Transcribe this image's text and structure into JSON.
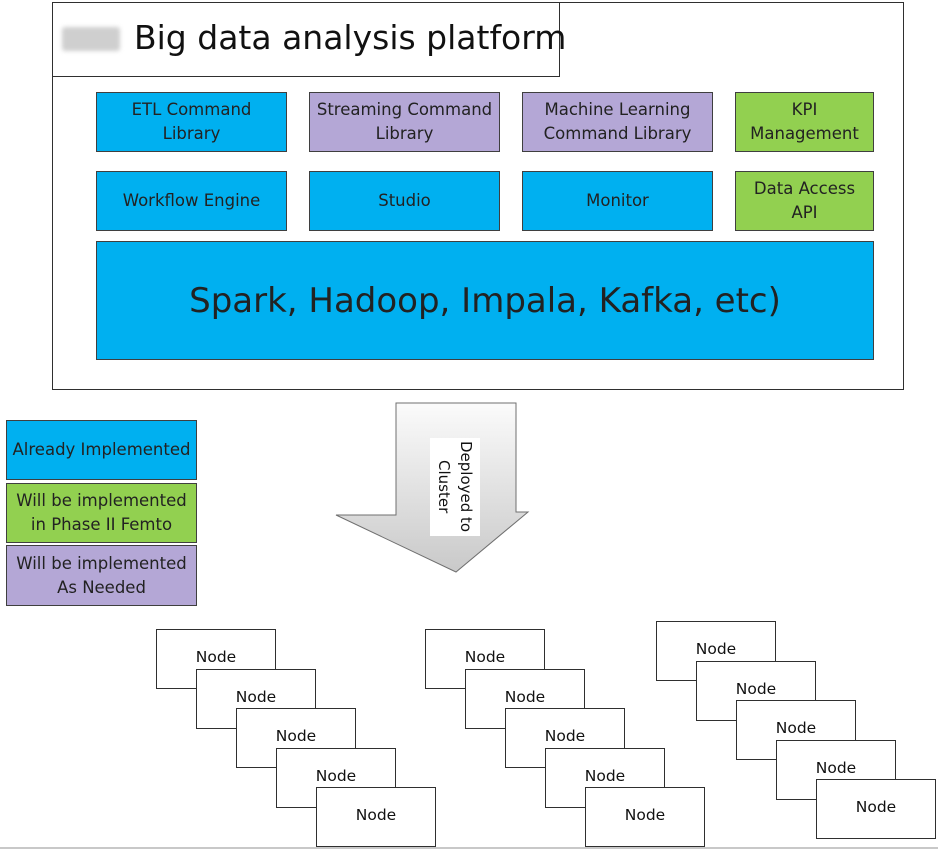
{
  "platform": {
    "title": "Big data analysis platform",
    "row1": [
      {
        "label": "ETL Command Library",
        "status": "already-implemented"
      },
      {
        "label": "Streaming Command Library",
        "status": "as-needed"
      },
      {
        "label": "Machine Learning Command Library",
        "status": "as-needed"
      },
      {
        "label": "KPI Management",
        "status": "phase-2"
      }
    ],
    "row2": [
      {
        "label": "Workflow Engine",
        "status": "already-implemented"
      },
      {
        "label": "Studio",
        "status": "already-implemented"
      },
      {
        "label": "Monitor",
        "status": "already-implemented"
      },
      {
        "label": "Data Access API",
        "status": "phase-2"
      }
    ],
    "base_layer": "Spark, Hadoop, Impala, Kafka, etc)"
  },
  "legend": [
    {
      "label": "Already Implemented",
      "color": "#00b0f0"
    },
    {
      "label": "Will be implemented in Phase II Femto",
      "color": "#92d050"
    },
    {
      "label": "Will be implemented As Needed",
      "color": "#b4a7d6"
    }
  ],
  "arrow": {
    "line1": "Deployed to",
    "line2": "Cluster"
  },
  "cluster": {
    "node_label": "Node",
    "groups": [
      {
        "nodes": [
          "Node",
          "Node",
          "Node",
          "Node",
          "Node"
        ]
      },
      {
        "nodes": [
          "Node",
          "Node",
          "Node",
          "Node",
          "Node"
        ]
      },
      {
        "nodes": [
          "Node",
          "Node",
          "Node",
          "Node",
          "Node"
        ]
      }
    ]
  },
  "colors": {
    "implemented": "#00b0f0",
    "phase2": "#92d050",
    "as_needed": "#b4a7d6"
  }
}
